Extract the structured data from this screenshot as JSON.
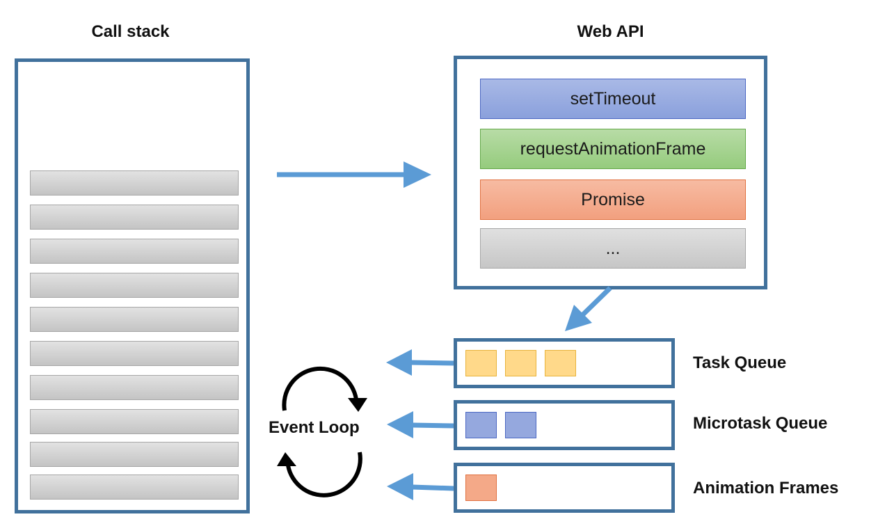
{
  "call_stack": {
    "title": "Call stack",
    "slot_count": 10
  },
  "web_api": {
    "title": "Web API",
    "items": [
      {
        "label": "setTimeout",
        "color": "#8aa0dc"
      },
      {
        "label": "requestAnimationFrame",
        "color": "#95cb7d"
      },
      {
        "label": "Promise",
        "color": "#f2a07f"
      },
      {
        "label": "...",
        "color": "#c6c6c6"
      }
    ]
  },
  "queues": [
    {
      "label": "Task Queue",
      "item_count": 3,
      "item_color": "#ffd98a"
    },
    {
      "label": "Microtask Queue",
      "item_count": 2,
      "item_color": "#95a8de"
    },
    {
      "label": "Animation Frames",
      "item_count": 1,
      "item_color": "#f4a988"
    }
  ],
  "event_loop": {
    "label": "Event Loop"
  },
  "colors": {
    "frame_border": "#41719c",
    "arrow": "#5b9bd5"
  }
}
